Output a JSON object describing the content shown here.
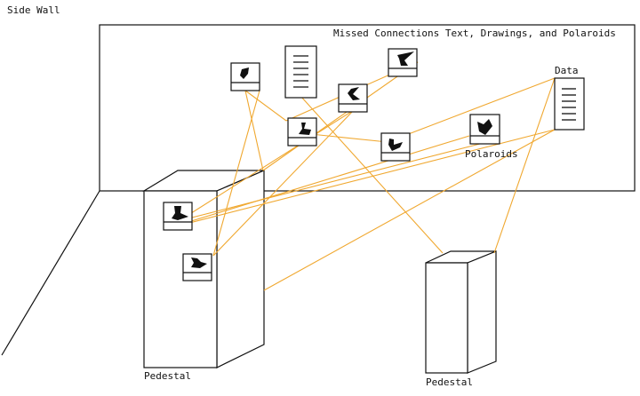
{
  "labels": {
    "side_wall": "Side Wall",
    "wall_title": "Missed Connections Text, Drawings, and Polaroids",
    "data": "Data",
    "polaroids": "Polaroids",
    "pedestal_left": "Pedestal",
    "pedestal_right": "Pedestal"
  },
  "colors": {
    "connection": "#f0a830",
    "stroke": "#111111",
    "background": "#ffffff"
  }
}
